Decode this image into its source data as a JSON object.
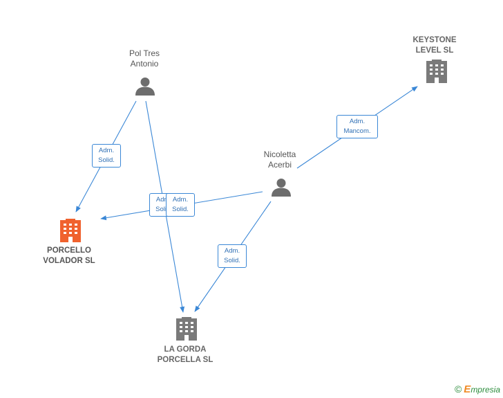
{
  "nodes": {
    "pol": {
      "lines": [
        "Pol Tres",
        "Antonio"
      ],
      "kind": "person"
    },
    "nicoletta": {
      "lines": [
        "Nicoletta",
        "Acerbi"
      ],
      "kind": "person"
    },
    "keystone": {
      "lines": [
        "KEYSTONE",
        "LEVEL  SL"
      ],
      "kind": "company"
    },
    "porcello": {
      "lines": [
        "PORCELLO",
        "VOLADOR  SL"
      ],
      "kind": "company",
      "focus": true
    },
    "lagorda": {
      "lines": [
        "LA GORDA",
        "PORCELLA  SL"
      ],
      "kind": "company"
    }
  },
  "edges": {
    "pol_porcello": {
      "lines": [
        "Adm.",
        "Solid."
      ]
    },
    "pol_lagorda": {
      "lines": [
        "Adm.",
        "Solid."
      ]
    },
    "nic_porcello": {
      "lines": [
        "Adm.",
        "Solid."
      ]
    },
    "nic_lagorda": {
      "lines": [
        "Adm.",
        "Solid."
      ]
    },
    "nic_keystone": {
      "lines": [
        "Adm.",
        "Mancom."
      ]
    }
  },
  "colors": {
    "edge": "#3a87d6",
    "person": "#6d6d6d",
    "company": "#7a7a7a",
    "focus_company": "#f0622e"
  },
  "footer": {
    "symbol": "©",
    "brand_initial": "E",
    "brand_rest": "mpresia"
  }
}
